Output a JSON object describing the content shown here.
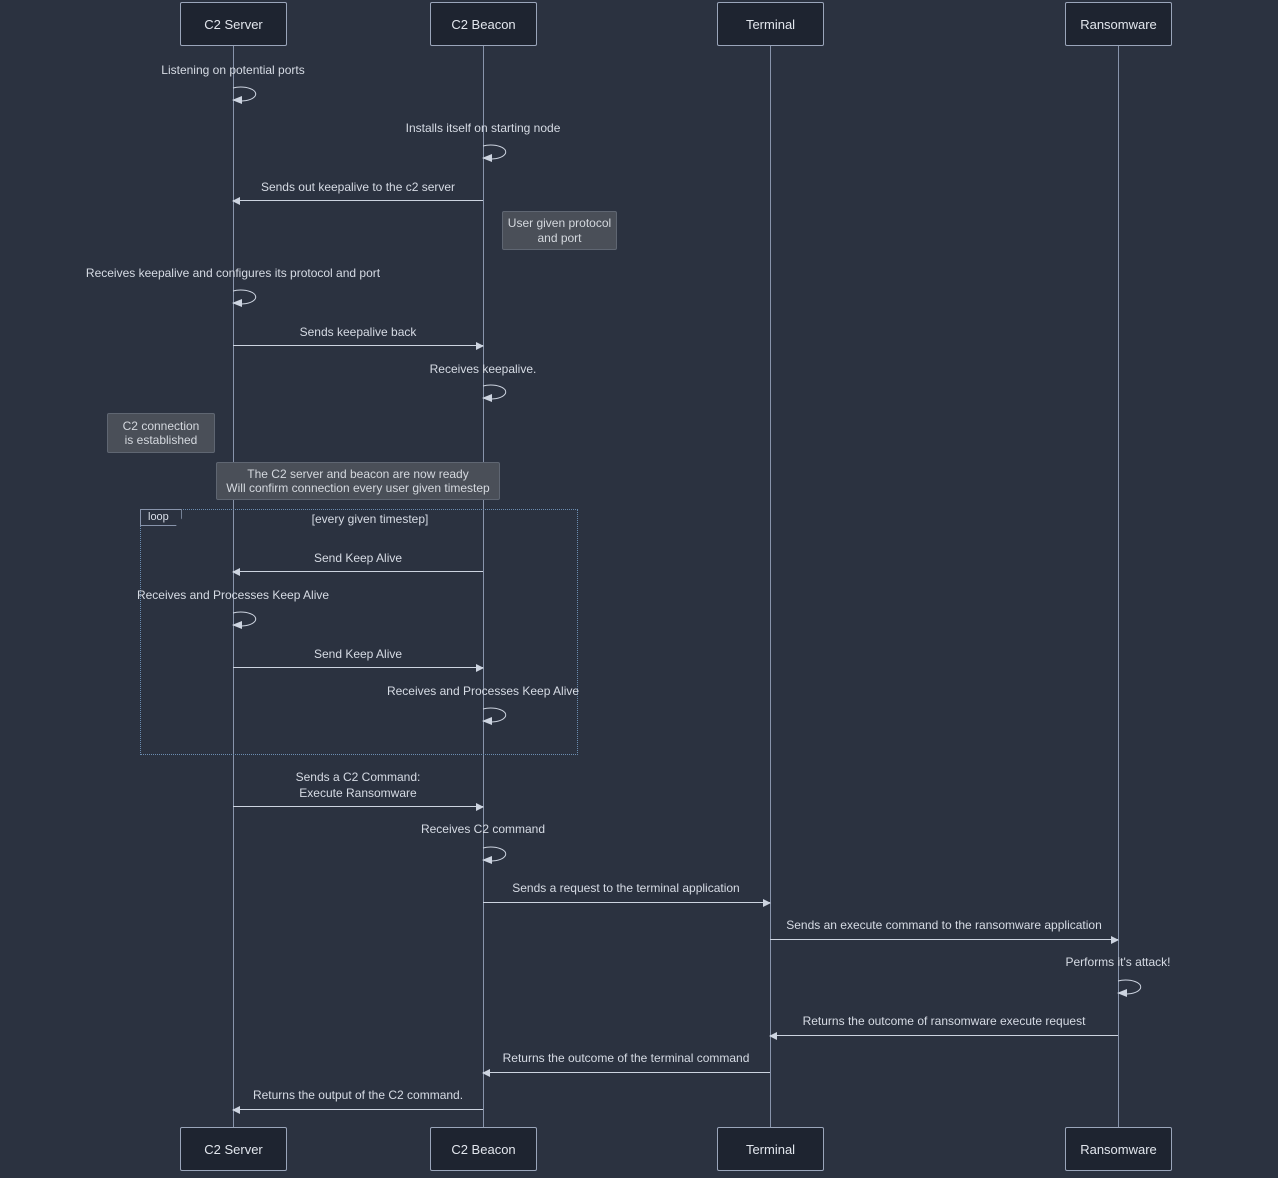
{
  "diagram": {
    "type": "sequence-diagram",
    "participants": [
      {
        "label": "C2 Server"
      },
      {
        "label": "C2 Beacon"
      },
      {
        "label": "Terminal"
      },
      {
        "label": "Ransomware"
      }
    ],
    "messages": [
      {
        "from": "C2 Server",
        "to": "C2 Server",
        "kind": "self",
        "text": "Listening on potential ports"
      },
      {
        "from": "C2 Beacon",
        "to": "C2 Beacon",
        "kind": "self",
        "text": "Installs itself on starting node"
      },
      {
        "from": "C2 Beacon",
        "to": "C2 Server",
        "kind": "arrow",
        "text": "Sends out keepalive to the c2 server"
      },
      {
        "from": "C2 Server",
        "to": "C2 Server",
        "kind": "self",
        "text": "Receives keepalive and configures its protocol and port"
      },
      {
        "from": "C2 Server",
        "to": "C2 Beacon",
        "kind": "arrow",
        "text": "Sends keepalive back"
      },
      {
        "from": "C2 Beacon",
        "to": "C2 Beacon",
        "kind": "self",
        "text": "Receives keepalive."
      },
      {
        "from": "C2 Beacon",
        "to": "C2 Server",
        "kind": "arrow",
        "text": "Send Keep Alive"
      },
      {
        "from": "C2 Server",
        "to": "C2 Server",
        "kind": "self",
        "text": "Receives and Processes Keep Alive"
      },
      {
        "from": "C2 Server",
        "to": "C2 Beacon",
        "kind": "arrow",
        "text": "Send Keep Alive"
      },
      {
        "from": "C2 Beacon",
        "to": "C2 Beacon",
        "kind": "self",
        "text": "Receives and Processes Keep Alive"
      },
      {
        "from": "C2 Server",
        "to": "C2 Beacon",
        "kind": "arrow",
        "text": "Sends a C2 Command:\nExecute Ransomware"
      },
      {
        "from": "C2 Beacon",
        "to": "C2 Beacon",
        "kind": "self",
        "text": "Receives C2 command"
      },
      {
        "from": "C2 Beacon",
        "to": "Terminal",
        "kind": "arrow",
        "text": "Sends a request to the terminal application"
      },
      {
        "from": "Terminal",
        "to": "Ransomware",
        "kind": "arrow",
        "text": "Sends an execute command to the ransomware application"
      },
      {
        "from": "Ransomware",
        "to": "Ransomware",
        "kind": "self",
        "text": "Performs it's attack!"
      },
      {
        "from": "Ransomware",
        "to": "Terminal",
        "kind": "arrow",
        "text": "Returns the outcome of ransomware execute request"
      },
      {
        "from": "Terminal",
        "to": "C2 Beacon",
        "kind": "arrow",
        "text": "Returns the outcome of the terminal command"
      },
      {
        "from": "C2 Beacon",
        "to": "C2 Server",
        "kind": "arrow",
        "text": "Returns the output of the C2 command."
      }
    ],
    "notes": [
      {
        "position": "right of C2 Beacon",
        "text": "User given protocol\nand port"
      },
      {
        "position": "left of C2 Server",
        "text": "C2 connection\nis established"
      },
      {
        "position": "over C2 Server and C2 Beacon",
        "text": "The C2 server and beacon are now ready\nWill confirm connection every user given timestep"
      }
    ],
    "loop": {
      "label": "loop",
      "condition": "[every given timestep]"
    },
    "colors": {
      "background": "#2b3240",
      "actor_fill": "#1e2430",
      "actor_border": "#9aa5ba",
      "lifeline": "#8894ab",
      "arrow": "#cdd4e0",
      "text": "#d6dbe4",
      "note_fill": "#4a4f58",
      "note_border": "#5f6672",
      "loop_border": "#6b8cb0"
    }
  }
}
